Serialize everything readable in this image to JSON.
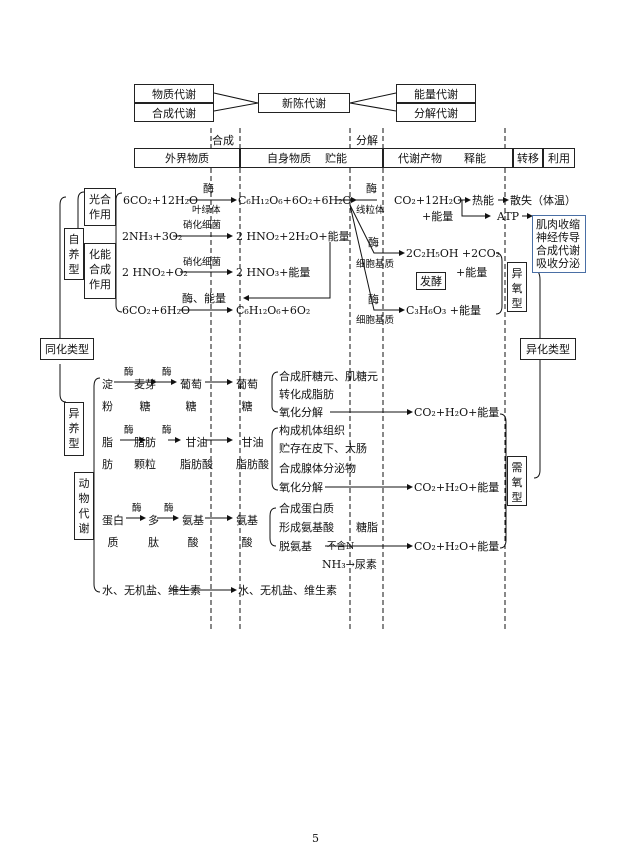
{
  "header": {
    "material_metabolism": "物质代谢",
    "synthesis_metabolism": "合成代谢",
    "metabolism": "新陈代谢",
    "energy_metabolism": "能量代谢",
    "decomposition_metabolism": "分解代谢",
    "synthesis": "合成",
    "decomposition": "分解",
    "external_substances": "外界物质",
    "own_substances": "自身物质",
    "storage_energy": "贮能",
    "metabolic_products": "代谢产物",
    "release_energy": "释能",
    "transfer": "转移",
    "utilize": "利用"
  },
  "left": {
    "assimilation_type": "同化类型",
    "autotrophic": [
      "自",
      "养",
      "型"
    ],
    "heterotrophic": [
      "异",
      "养",
      "型"
    ],
    "animal_metabolism": [
      "动",
      "物",
      "代",
      "谢"
    ],
    "photosynthesis": [
      "光合",
      "作用"
    ],
    "chemosynthesis": [
      "化能",
      "合成",
      "作用"
    ]
  },
  "autotroph": {
    "photo_reactants": "6CO₂+12H₂O",
    "enzyme": "酶",
    "chloroplast": "叶绿体",
    "photo_products": "C₆H₁₂O₆+6O₂+6H₂O",
    "mitochondria": "线粒体",
    "aerobic_products": "CO₂+12H₂O",
    "plus_energy": "+能量",
    "heat_energy": "热能",
    "heat_loss": "散失（体温）",
    "atp": "ATP",
    "atp_uses": [
      "肌肉收缩",
      "神经传导",
      "合成代谢",
      "吸收分泌"
    ],
    "chem1_reactants": "2NH₃+3O₂",
    "nitrite_bacteria": "硝化细菌",
    "chem1_products": "2 HNO₂+2H₂O+能量",
    "chem2_reactants": "2 HNO₂+O₂",
    "chem2_products": "2 HNO₃+能量",
    "chem3_reactants": "6CO₂+6H₂O",
    "enzyme_energy": "酶、能量",
    "chem3_products": "C₆H₁₂O₆+6O₂",
    "cytoplasm": "细胞基质",
    "ferm_products": "2C₂H₅OH +2CO₂",
    "fermentation": "发酵",
    "lactic_products": "C₃H₆O₃ +能量"
  },
  "right": {
    "anaerobic": [
      "异",
      "氧",
      "型"
    ],
    "dissimilation_type": "异化类型",
    "aerobic": [
      "需",
      "氧",
      "型"
    ]
  },
  "animal": {
    "starch": [
      "淀",
      "粉"
    ],
    "maltose": [
      "麦芽",
      "糖"
    ],
    "glucose": [
      "葡萄",
      "糖"
    ],
    "glucose2": [
      "葡萄",
      "糖"
    ],
    "sugar_fates": [
      "合成肝糖元、肌糖元",
      "转化成脂肪",
      "氧化分解"
    ],
    "fat": [
      "脂",
      "肪"
    ],
    "fat_particles": [
      "脂肪",
      "颗粒"
    ],
    "glycerol_fa": [
      "甘油",
      "脂肪酸"
    ],
    "glycerol_fa2": [
      "甘油",
      "脂肪酸"
    ],
    "fat_fates": [
      "构成机体组织",
      "贮存在皮下、大肠",
      "合成腺体分泌物",
      "氧化分解"
    ],
    "protein": [
      "蛋白",
      "质"
    ],
    "polypeptide": [
      "多",
      "肽"
    ],
    "amino_acid": [
      "氨基",
      "酸"
    ],
    "amino_acid2": [
      "氨基",
      "酸"
    ],
    "protein_fates": [
      "合成蛋白质",
      "形成氨基酸",
      "脱氨基"
    ],
    "sugar_fat": "糖脂",
    "no_n": "不含N",
    "urea": "NH₃→尿素",
    "oxidation_product": "CO₂+H₂O+能量",
    "water_etc": "水、无机盐、维生素",
    "water_etc2": "水、无机盐、维生素"
  },
  "page_number": "5"
}
